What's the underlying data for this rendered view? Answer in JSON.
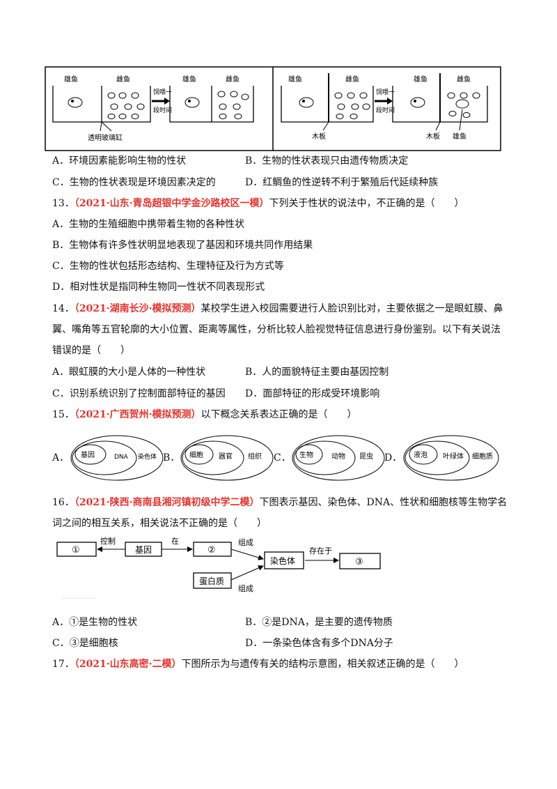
{
  "fish_figure": {
    "left": {
      "male": "雄鱼",
      "female": "雌鱼",
      "feed_1": "饲喂一",
      "feed_2": "段时间",
      "tank_label": "透明玻璃缸"
    },
    "right": {
      "male": "雄鱼",
      "female": "雌鱼",
      "feed_1": "饲喂一",
      "feed_2": "段时间",
      "board_1": "木板",
      "board_2": "木板"
    }
  },
  "q12": {
    "A": "A．环境因素能影响生物的性状",
    "B": "B．生物的性状表现只由遗传物质决定",
    "C": "C．生物的性状表现是环境因素决定的",
    "D": "D．红鲷鱼的性逆转不利于繁殖后代延续种族"
  },
  "q13": {
    "num": "13．",
    "source": "（2021·山东·青岛超银中学金沙路校区一模）",
    "stem": "下列关于性状的说法中，不正确的是（　　）",
    "A": "A．生物的生殖细胞中携带着生物的各种性状",
    "B": "B．生物体有许多性状明显地表现了基因和环境共同作用结果",
    "C": "C．生物的性状包括形态结构、生理特征及行为方式等",
    "D": "D．相对性状是指同种生物同一性状不同表现形式"
  },
  "q14": {
    "num": "14．",
    "source": "（2021·湖南长沙·模拟预测）",
    "stem_1": "某校学生进入校园需要进行人脸识别比对，主要依据之一是眼虹膜、鼻",
    "stem_2": "翼、嘴角等五官轮廓的大小位置、距离等属性，分析比较人脸视觉特征信息进行身份鉴别。以下有关说法",
    "stem_3": "错误的是（　　）",
    "A": "A．眼虹膜的大小是人体的一种性状",
    "B": "B．人的面貌特征主要由基因控制",
    "C": "C．识别系统识别了控制面部特征的基因",
    "D": "D．面部特征的形成受环境影响"
  },
  "q15": {
    "num": "15．",
    "source": "（2021·广西贺州·模拟预测）",
    "stem": "以下概念关系表达正确的是（　　）",
    "options": [
      {
        "letter": "A．",
        "inner": "基因",
        "middle": "DNA",
        "outer": "染色体"
      },
      {
        "letter": "B．",
        "inner": "细胞",
        "middle": "器官",
        "outer": "组织"
      },
      {
        "letter": "C．",
        "inner": "生物",
        "middle": "动物",
        "outer": "昆虫"
      },
      {
        "letter": "D．",
        "inner": "液泡",
        "middle": "叶绿体",
        "outer": "细胞质"
      }
    ]
  },
  "q16": {
    "num": "16．",
    "source": "（2021·陕西·商南县湘河镇初级中学二模）",
    "stem_1": "下图表示基因、染色体、DNA、性状和细胞核等生物学名",
    "stem_2": "词之间的相互关系，相关说法不正确的是（　　）",
    "diagram": {
      "box1": "①",
      "gene": "基因",
      "box2": "②",
      "chromosome": "染色体",
      "box3": "③",
      "protein": "蛋白质",
      "control": "控制",
      "in": "在",
      "compose_1": "组成",
      "exist_in": "存在于",
      "compose_2": "组成"
    },
    "A": "A．①是生物的性状",
    "B": "B．②是DNA，是主要的遗传物质",
    "C": "C．③是细胞核",
    "D": "D．一条染色体含有多个DNA分子"
  },
  "q17": {
    "num": "17．",
    "source": "（2021·山东高密·二模）",
    "stem": "下图所示为与遗传有关的结构示意图，相关叙述正确的是（　　）"
  }
}
